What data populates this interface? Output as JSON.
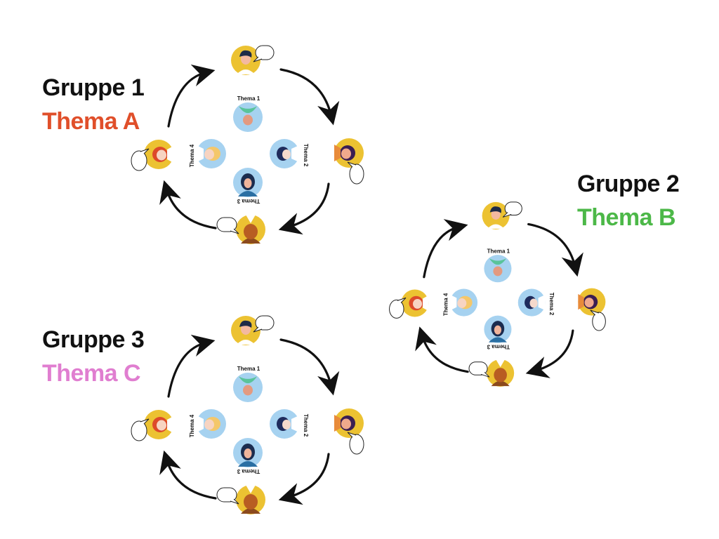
{
  "groups": [
    {
      "title": "Gruppe 1",
      "theme": "Thema A",
      "theme_color": "#e04f2a"
    },
    {
      "title": "Gruppe 2",
      "theme": "Thema B",
      "theme_color": "#4cb848"
    },
    {
      "title": "Gruppe 3",
      "theme": "Thema C",
      "theme_color": "#e07ed0"
    }
  ],
  "topics": [
    "Thema 1",
    "Thema 2",
    "Thema 3",
    "Thema 4"
  ],
  "colors": {
    "outer_person_bg": "#ecc232",
    "inner_person_bg": "#a6d2f0",
    "arrow": "#111111",
    "speech_bubble": "#ffffff"
  },
  "icons": [
    "person-avatar-icon",
    "speech-bubble-icon",
    "curved-arrow-icon"
  ]
}
